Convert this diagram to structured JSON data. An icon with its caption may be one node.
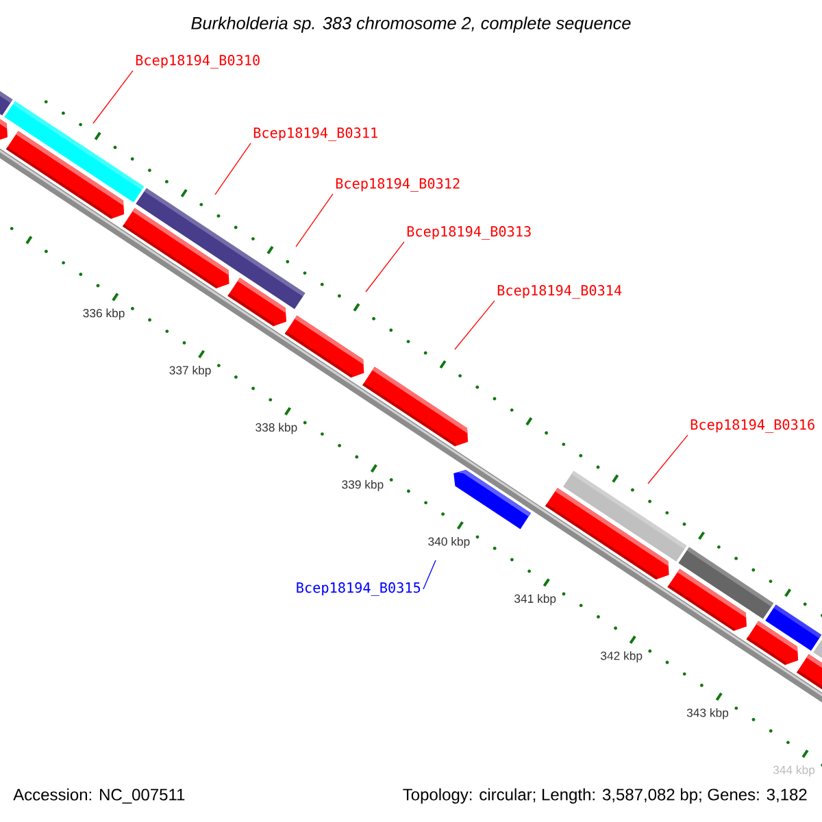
{
  "diagram": {
    "title": "Burkholderia sp. 383 chromosome 2, complete sequence",
    "nodes": [
      {
        "text": [
          "Bcep18194_B0310"
        ]
      },
      {
        "text": [
          "Bcep18194_B0311"
        ]
      },
      {
        "text": [
          "Bcep18194_B0312"
        ]
      },
      {
        "text": [
          "Bcep18194_B0313"
        ]
      },
      {
        "text": [
          "Bcep18194_B0314"
        ]
      },
      {
        "text": [
          "Bcep18194_B0316"
        ]
      },
      {
        "text": [
          "Bcep18194_B0315"
        ]
      }
    ],
    "edges": [
      {
        "from": 0,
        "to": null,
        "arrow": "none"
      },
      {
        "from": 1,
        "to": null,
        "arrow": "none"
      },
      {
        "from": 2,
        "to": null,
        "arrow": "none"
      },
      {
        "from": 3,
        "to": null,
        "arrow": "none"
      },
      {
        "from": 4,
        "to": null,
        "arrow": "none"
      },
      {
        "from": 5,
        "to": null,
        "arrow": "none"
      },
      {
        "from": 6,
        "to": null,
        "arrow": "none",
        "color": "#0000ff"
      }
    ],
    "labels": [
      "336 kbp",
      "337 kbp",
      "338 kbp",
      "339 kbp",
      "340 kbp",
      "341 kbp",
      "342 kbp",
      "343 kbp",
      "344 kbp",
      "Accession: NC_007511",
      "Topology: circular; Length: 3,587,082 bp; Genes: 3,182"
    ]
  }
}
